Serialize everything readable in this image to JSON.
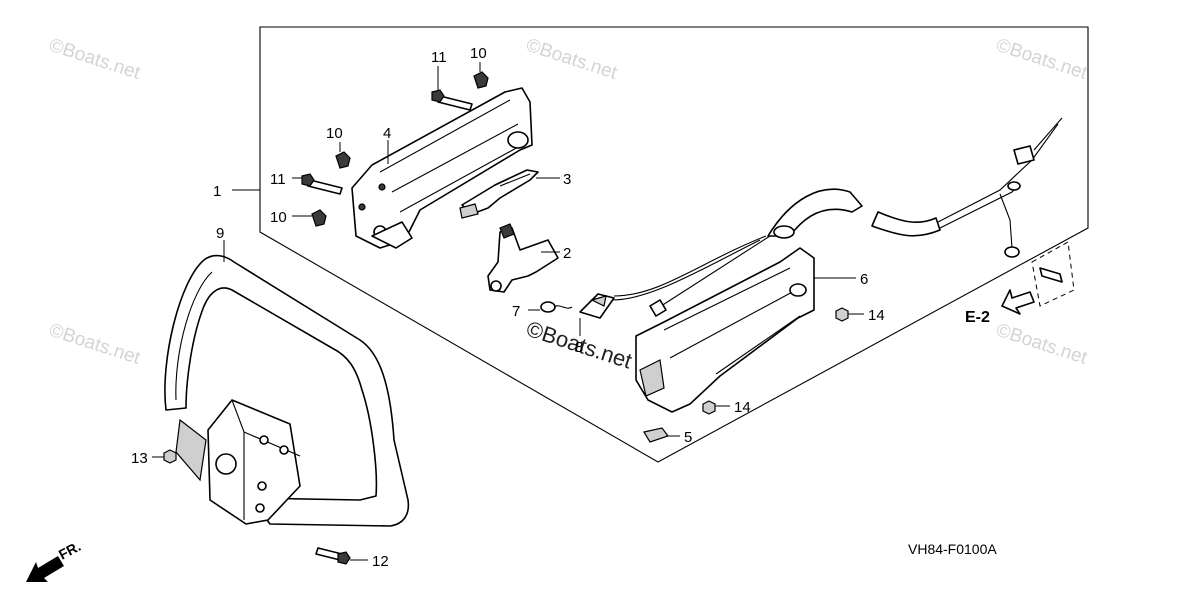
{
  "diagram": {
    "drawing_code": "VH84-F0100A",
    "reference_label": "E-2",
    "direction_label": "FR.",
    "watermark_text": "©Boats.net",
    "callouts": [
      "1",
      "2",
      "3",
      "4",
      "5",
      "6",
      "7",
      "8",
      "9",
      "10",
      "10",
      "10",
      "11",
      "11",
      "12",
      "13",
      "14",
      "14"
    ]
  }
}
